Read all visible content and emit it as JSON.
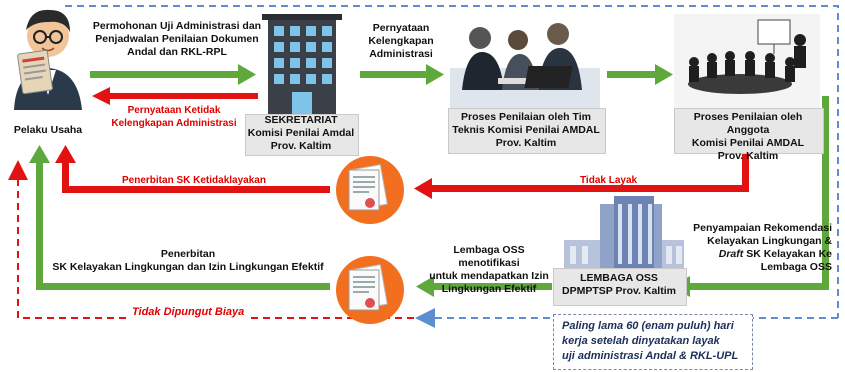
{
  "actors": {
    "pelaku_usaha": "Pelaku Usaha"
  },
  "panels": {
    "sekretariat": [
      "SEKRETARIAT",
      "Komisi Penilai Amdal",
      "Prov. Kaltim"
    ],
    "tim_teknis": [
      "Proses Penilaian oleh Tim",
      "Teknis Komisi Penilai AMDAL",
      "Prov. Kaltim"
    ],
    "anggota": [
      "Proses Penilaian oleh Anggota",
      "Komisi Penilai AMDAL",
      "Prov. Kaltim"
    ],
    "oss": [
      "LEMBAGA OSS",
      "DPMPTSP Prov. Kaltim"
    ]
  },
  "arrows": {
    "permohonan": [
      "Permohonan Uji Administrasi dan",
      "Penjadwalan Penilaian Dokumen",
      "Andal dan RKL-RPL"
    ],
    "ketidak": [
      "Pernyataan Ketidak",
      "Kelengkapan Administrasi"
    ],
    "kelengkapan": [
      "Pernyataan",
      "Kelengkapan",
      "Administrasi"
    ],
    "sk_ketidaklayakan": "Penerbitan SK Ketidaklayakan",
    "tidak_layak": "Tidak Layak",
    "rekomendasi": [
      "Penyampaian Rekomendasi",
      "Kelayakan Lingkungan &",
      "Draft SK Kelayakan Ke",
      "Lembaga OSS"
    ],
    "notifikasi": [
      "Lembaga OSS menotifikasi",
      "untuk mendapatkan Izin",
      "Lingkungan Efektif"
    ],
    "penerbitan": [
      "Penerbitan",
      "SK Kelayakan Lingkungan dan Izin Lingkungan Efektif"
    ],
    "biaya": "Tidak Dipungut Biaya"
  },
  "note": [
    "Paling lama 60 (enam puluh) hari",
    "kerja setelah dinyatakan layak",
    "uji administrasi Andal & RKL-UPL"
  ],
  "colors": {
    "green_arrow": "#5fa83c",
    "red_arrow": "#e31212",
    "dashed_blue": "#5b8fd0",
    "dashed_red": "#e31212",
    "panel_bg": "#e7e7e7",
    "doc_circle": "#f26f1f"
  }
}
